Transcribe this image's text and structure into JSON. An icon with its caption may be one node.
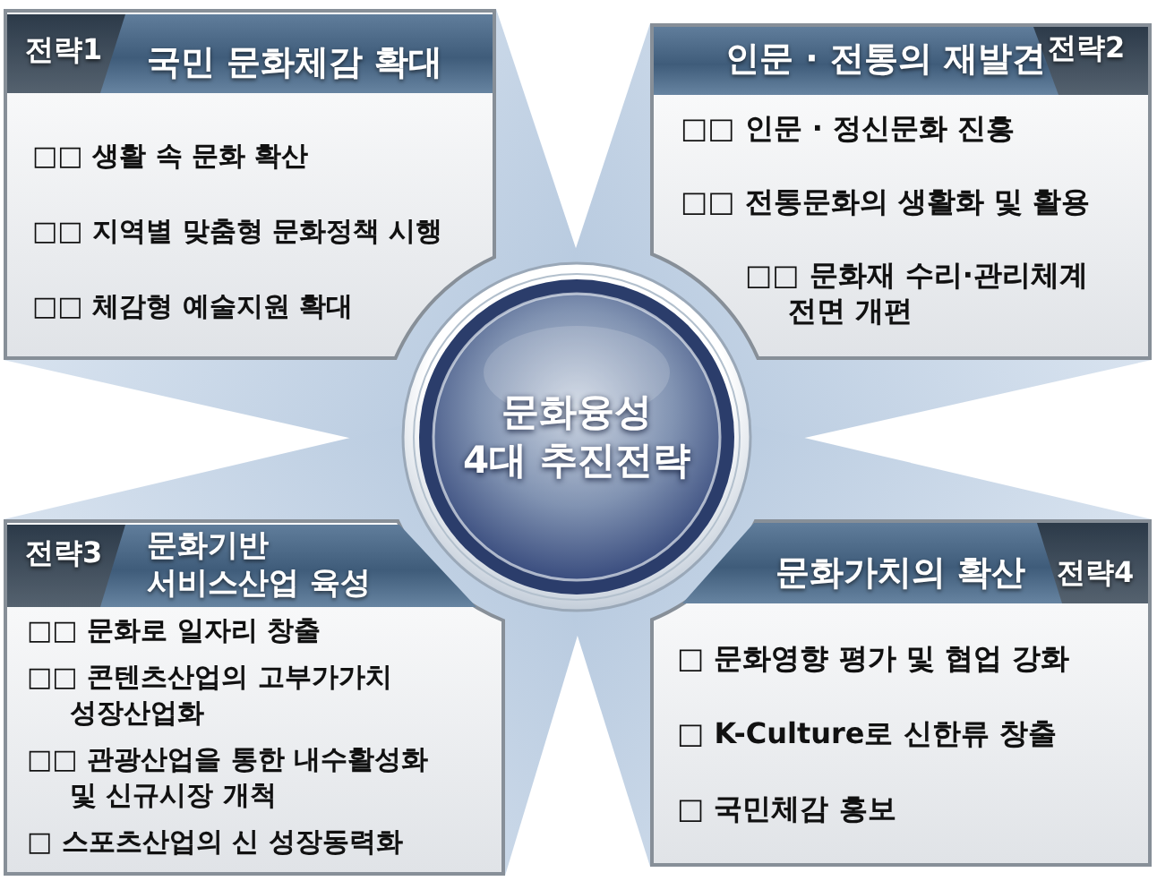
{
  "diagram": {
    "nodes": [
      {
        "text": [
          "□□ 생활 속 문화 확산",
          "□□ 지역별 맞춤형 문화정책 시행",
          "□□ 체감형 예술지원 확대"
        ]
      },
      {
        "text": [
          "전략1",
          "국민 문화체감 확대"
        ],
        "in": 0
      },
      {
        "text": [
          "□□ 인문 · 정신문화 진흥",
          "□□ 전통문화의 생활화 및 활용",
          "□□ 문화재 수리·관리체계 전면 개편"
        ]
      },
      {
        "text": [
          "인문 · 전통의 재발견",
          "전략2"
        ],
        "in": 2
      },
      {
        "text": [
          "문화융성 4대 추진전략"
        ]
      },
      {
        "text": [
          "□□ 문화로 일자리 창출",
          "□□ 콘텐츠산업의 고부가가치 성장산업화",
          "□□ 관광산업을 통한 내수활성화 및 신규시장 개척",
          "□ 스포츠산업의 신 성장동력화"
        ]
      },
      {
        "text": [
          "전략3",
          "문화기반 서비스산업 육성"
        ],
        "in": 5
      },
      {
        "text": [
          "□ 문화영향 평가 및 협업 강화",
          "□ K-Culture로 신한류 창출",
          "□ 국민체감 홍보"
        ]
      },
      {
        "text": [
          "문화가치의 확산",
          "전략4"
        ],
        "in": 7
      }
    ]
  }
}
